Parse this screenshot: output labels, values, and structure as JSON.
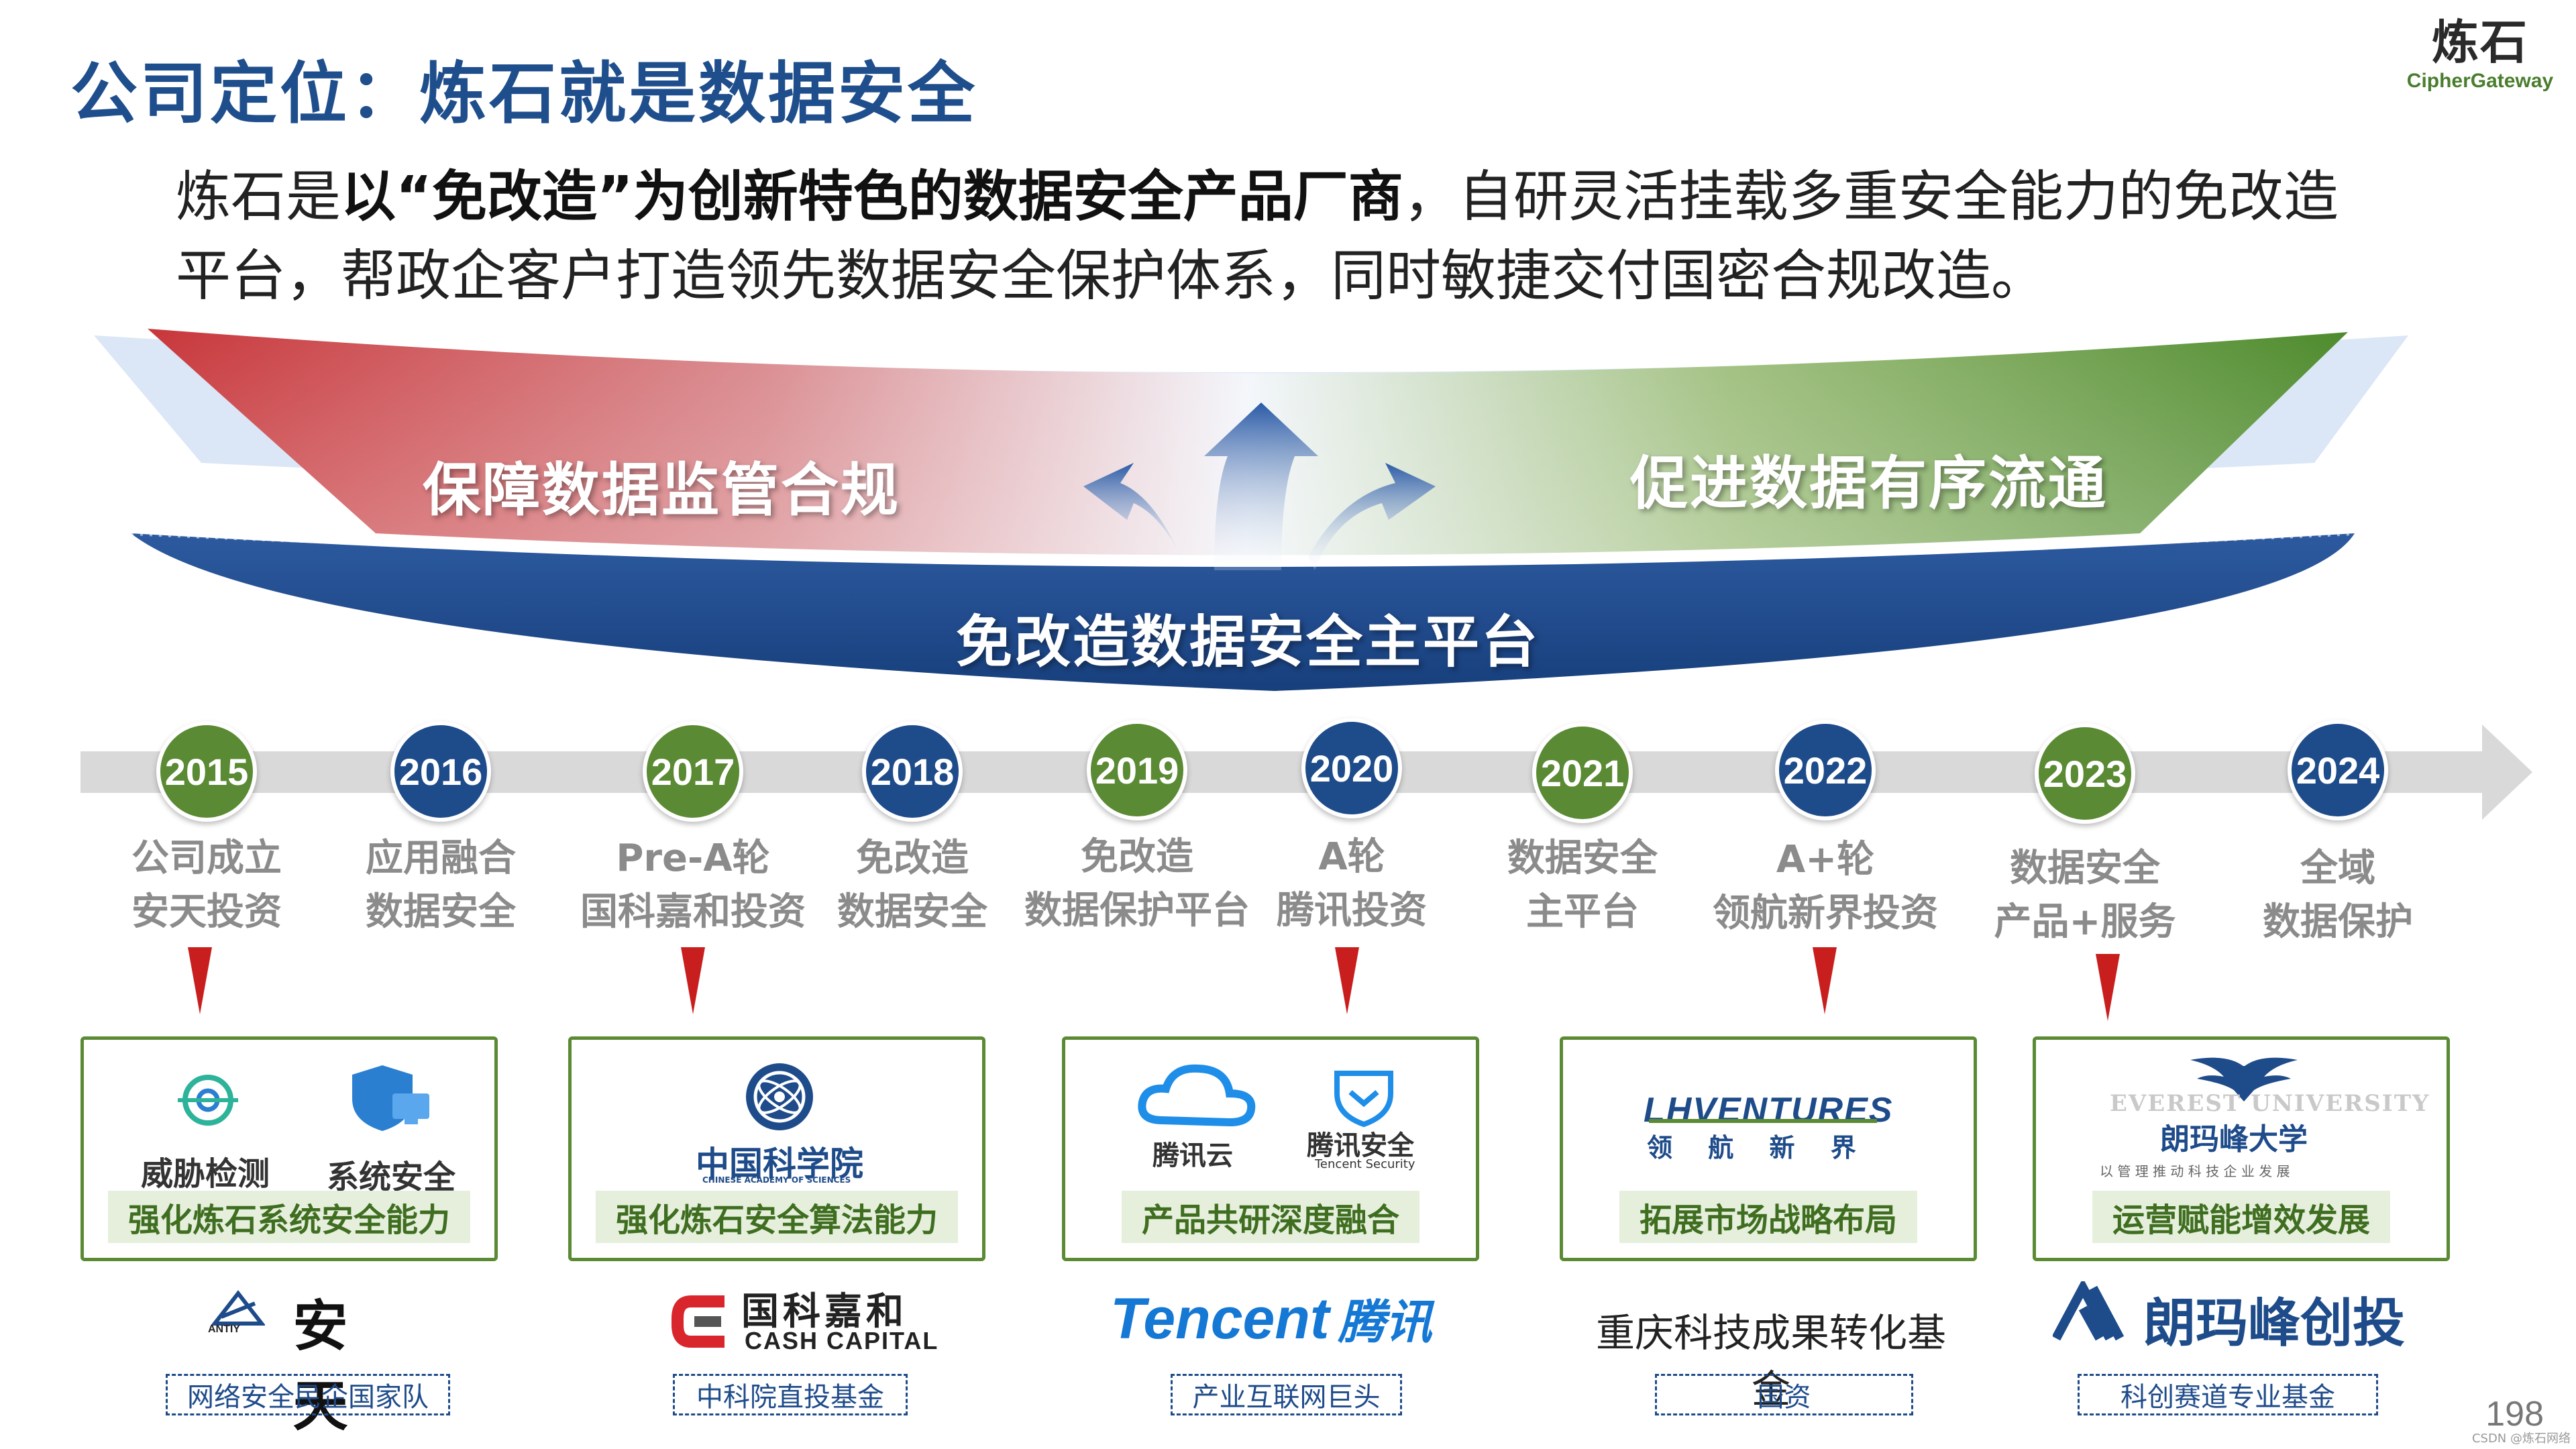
{
  "title": "公司定位：炼石就是数据安全",
  "logo": {
    "main": "炼石",
    "sub": "CipherGateway"
  },
  "intro": {
    "prefix": "炼石是",
    "bold": "以“免改造”为创新特色的数据安全产品厂商",
    "suffix": "，自研灵活挂载多重安全能力的免改造平台，帮政企客户打造领先数据安全保护体系，同时敏捷交付国密合规改造。"
  },
  "hero": {
    "left": "保障数据监管合规",
    "right": "促进数据有序流通",
    "platform": "免改造数据安全主平台"
  },
  "timeline": [
    {
      "year": "2015",
      "line1": "公司成立",
      "line2": "安天投资",
      "color": "g"
    },
    {
      "year": "2016",
      "line1": "应用融合",
      "line2": "数据安全",
      "color": "b"
    },
    {
      "year": "2017",
      "line1": "Pre-A轮",
      "line2": "国科嘉和投资",
      "color": "g"
    },
    {
      "year": "2018",
      "line1": "免改造",
      "line2": "数据安全",
      "color": "b"
    },
    {
      "year": "2019",
      "line1": "免改造",
      "line2": "数据保护平台",
      "color": "g"
    },
    {
      "year": "2020",
      "line1": "A轮",
      "line2": "腾讯投资",
      "color": "b"
    },
    {
      "year": "2021",
      "line1": "数据安全",
      "line2": "主平台",
      "color": "g"
    },
    {
      "year": "2022",
      "line1": "A+轮",
      "line2": "领航新界投资",
      "color": "b"
    },
    {
      "year": "2023",
      "line1": "数据安全",
      "line2": "产品+服务",
      "color": "g"
    },
    {
      "year": "2024",
      "line1": "全域",
      "line2": "数据保护",
      "color": "b"
    }
  ],
  "cards": [
    {
      "caption": "强化炼石系统安全能力",
      "item1": "威胁检测",
      "item2": "系统安全"
    },
    {
      "caption": "强化炼石安全算法能力",
      "org_cn": "中国科学院",
      "org_en": "CHINESE ACADEMY OF SCIENCES"
    },
    {
      "caption": "产品共研深度融合",
      "item1": "腾讯云",
      "item2": "腾讯安全",
      "item2_en": "Tencent Security"
    },
    {
      "caption": "拓展市场战略布局",
      "brand": "LHVENTURES",
      "brand_cn": "领 航 新 界"
    },
    {
      "caption": "运营赋能增效发展",
      "uni_en": "EVEREST UNIVERSITY",
      "uni_cn": "朗玛峰大学",
      "uni_sub": "以 管 理 推 动 科 技 企 业 发 展"
    }
  ],
  "partners": [
    {
      "name": "安天",
      "sub": "ANTIY",
      "tag": "网络安全民企国家队"
    },
    {
      "name": "国科嘉和",
      "sub": "CASH CAPITAL",
      "tag": "中科院直投基金"
    },
    {
      "name": "Tencent",
      "cn": "腾讯",
      "tag": "产业互联网巨头"
    },
    {
      "name": "重庆科技成果转化基金",
      "tag": "国资"
    },
    {
      "name": "朗玛峰创投",
      "tag": "科创赛道专业基金"
    }
  ],
  "page_number": "198",
  "footer": "CSDN @炼石网络",
  "colors": {
    "blue": "#1e4b8a",
    "green": "#5a8a33",
    "red": "#c81e1e"
  }
}
